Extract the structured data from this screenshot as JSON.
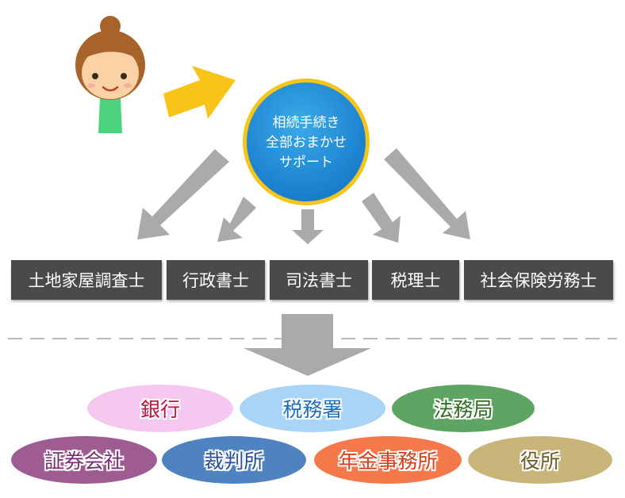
{
  "center": {
    "line1": "相続手続き",
    "line2": "全部おまかせ",
    "line3": "サポート",
    "fill": "#1a8fd6",
    "ring": "#f5c518"
  },
  "professionals": [
    {
      "label": "土地家屋調査士"
    },
    {
      "label": "行政書士"
    },
    {
      "label": "司法書士"
    },
    {
      "label": "税理士"
    },
    {
      "label": "社会保険労務士"
    }
  ],
  "institutions": [
    {
      "label": "銀行",
      "fill": "#f5c8f0",
      "text_color": "#c0143c"
    },
    {
      "label": "税務署",
      "fill": "#a9d4f5",
      "text_color": "#1a6fc0"
    },
    {
      "label": "法務局",
      "fill": "#5ea463",
      "text_color": "#2e6b1e"
    },
    {
      "label": "証券会社",
      "fill": "#9e5c92",
      "text_color": "#7a2e72"
    },
    {
      "label": "裁判所",
      "fill": "#4f82c0",
      "text_color": "#2a4f9a"
    },
    {
      "label": "年金事務所",
      "fill": "#f5784a",
      "text_color": "#d83a14"
    },
    {
      "label": "役所",
      "fill": "#c9b57a",
      "text_color": "#6b5a2a"
    }
  ],
  "colors": {
    "box_fill": "#4a4a4a",
    "arrow_gray": "#aaaaaa",
    "arrow_yellow": "#f9c318",
    "dashed_line": "#bbbbbb",
    "person_hair": "#a8632a",
    "person_skin": "#fbd2a5",
    "person_shirt": "#4cd37d"
  },
  "icons": {
    "person": "woman-avatar-icon",
    "yellow_arrow": "right-arrow-icon",
    "gray_arrows": "down-arrow-icon"
  }
}
